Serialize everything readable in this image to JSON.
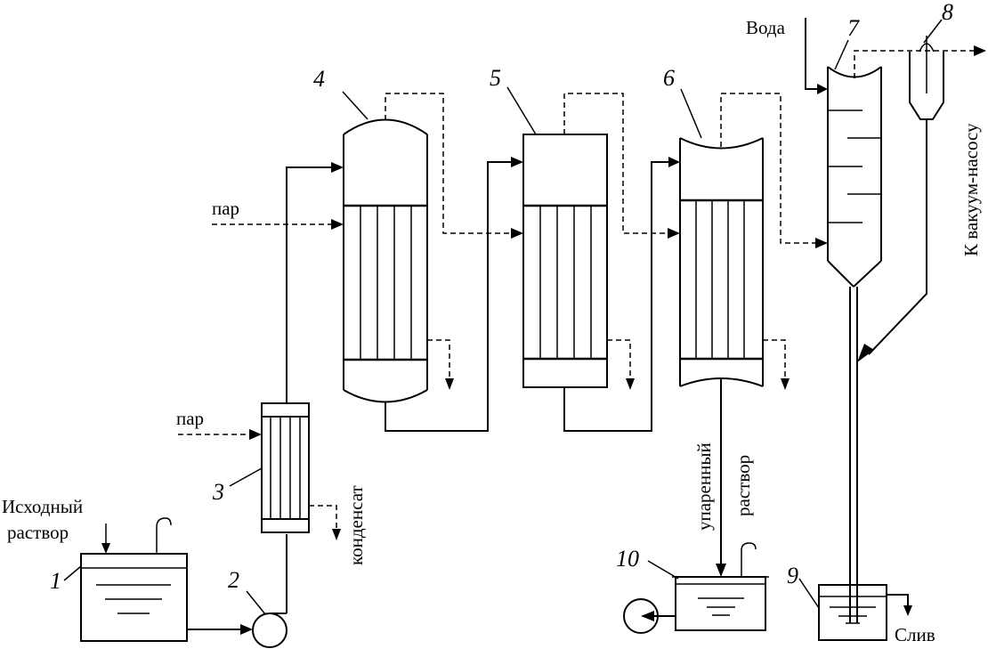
{
  "labels": {
    "water": "Вода",
    "vacuum": "К вакуум-насосу",
    "steam_top": "пар",
    "steam_bottom": "пар",
    "condensate": "конденсат",
    "source_line1": "Исходный",
    "source_line2": "раствор",
    "evaporated_line1": "упаренный",
    "evaporated_line2": "раствор",
    "drain": "Слив"
  },
  "numbers": {
    "n1": "1",
    "n2": "2",
    "n3": "3",
    "n4": "4",
    "n5": "5",
    "n6": "6",
    "n7": "7",
    "n8": "8",
    "n9": "9",
    "n10": "10"
  }
}
